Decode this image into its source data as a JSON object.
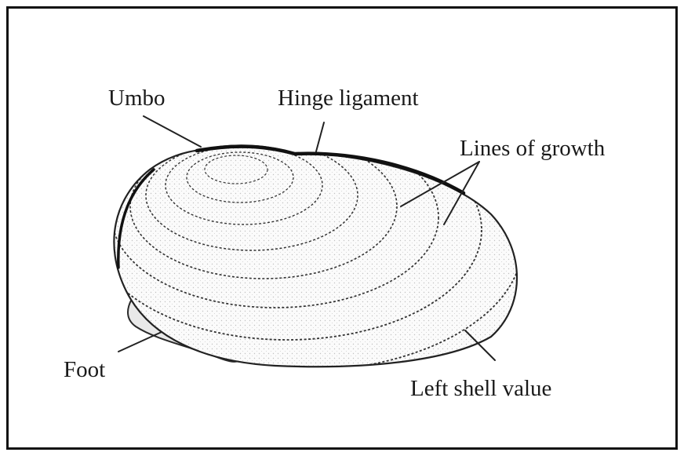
{
  "labels": {
    "umbo": "Umbo",
    "hinge_ligament": "Hinge ligament",
    "lines_of_growth": "Lines of growth",
    "foot": "Foot",
    "left_shell": "Left shell value"
  },
  "colors": {
    "ink": "#1a1a1a",
    "frame": "#111111",
    "background": "#ffffff"
  }
}
